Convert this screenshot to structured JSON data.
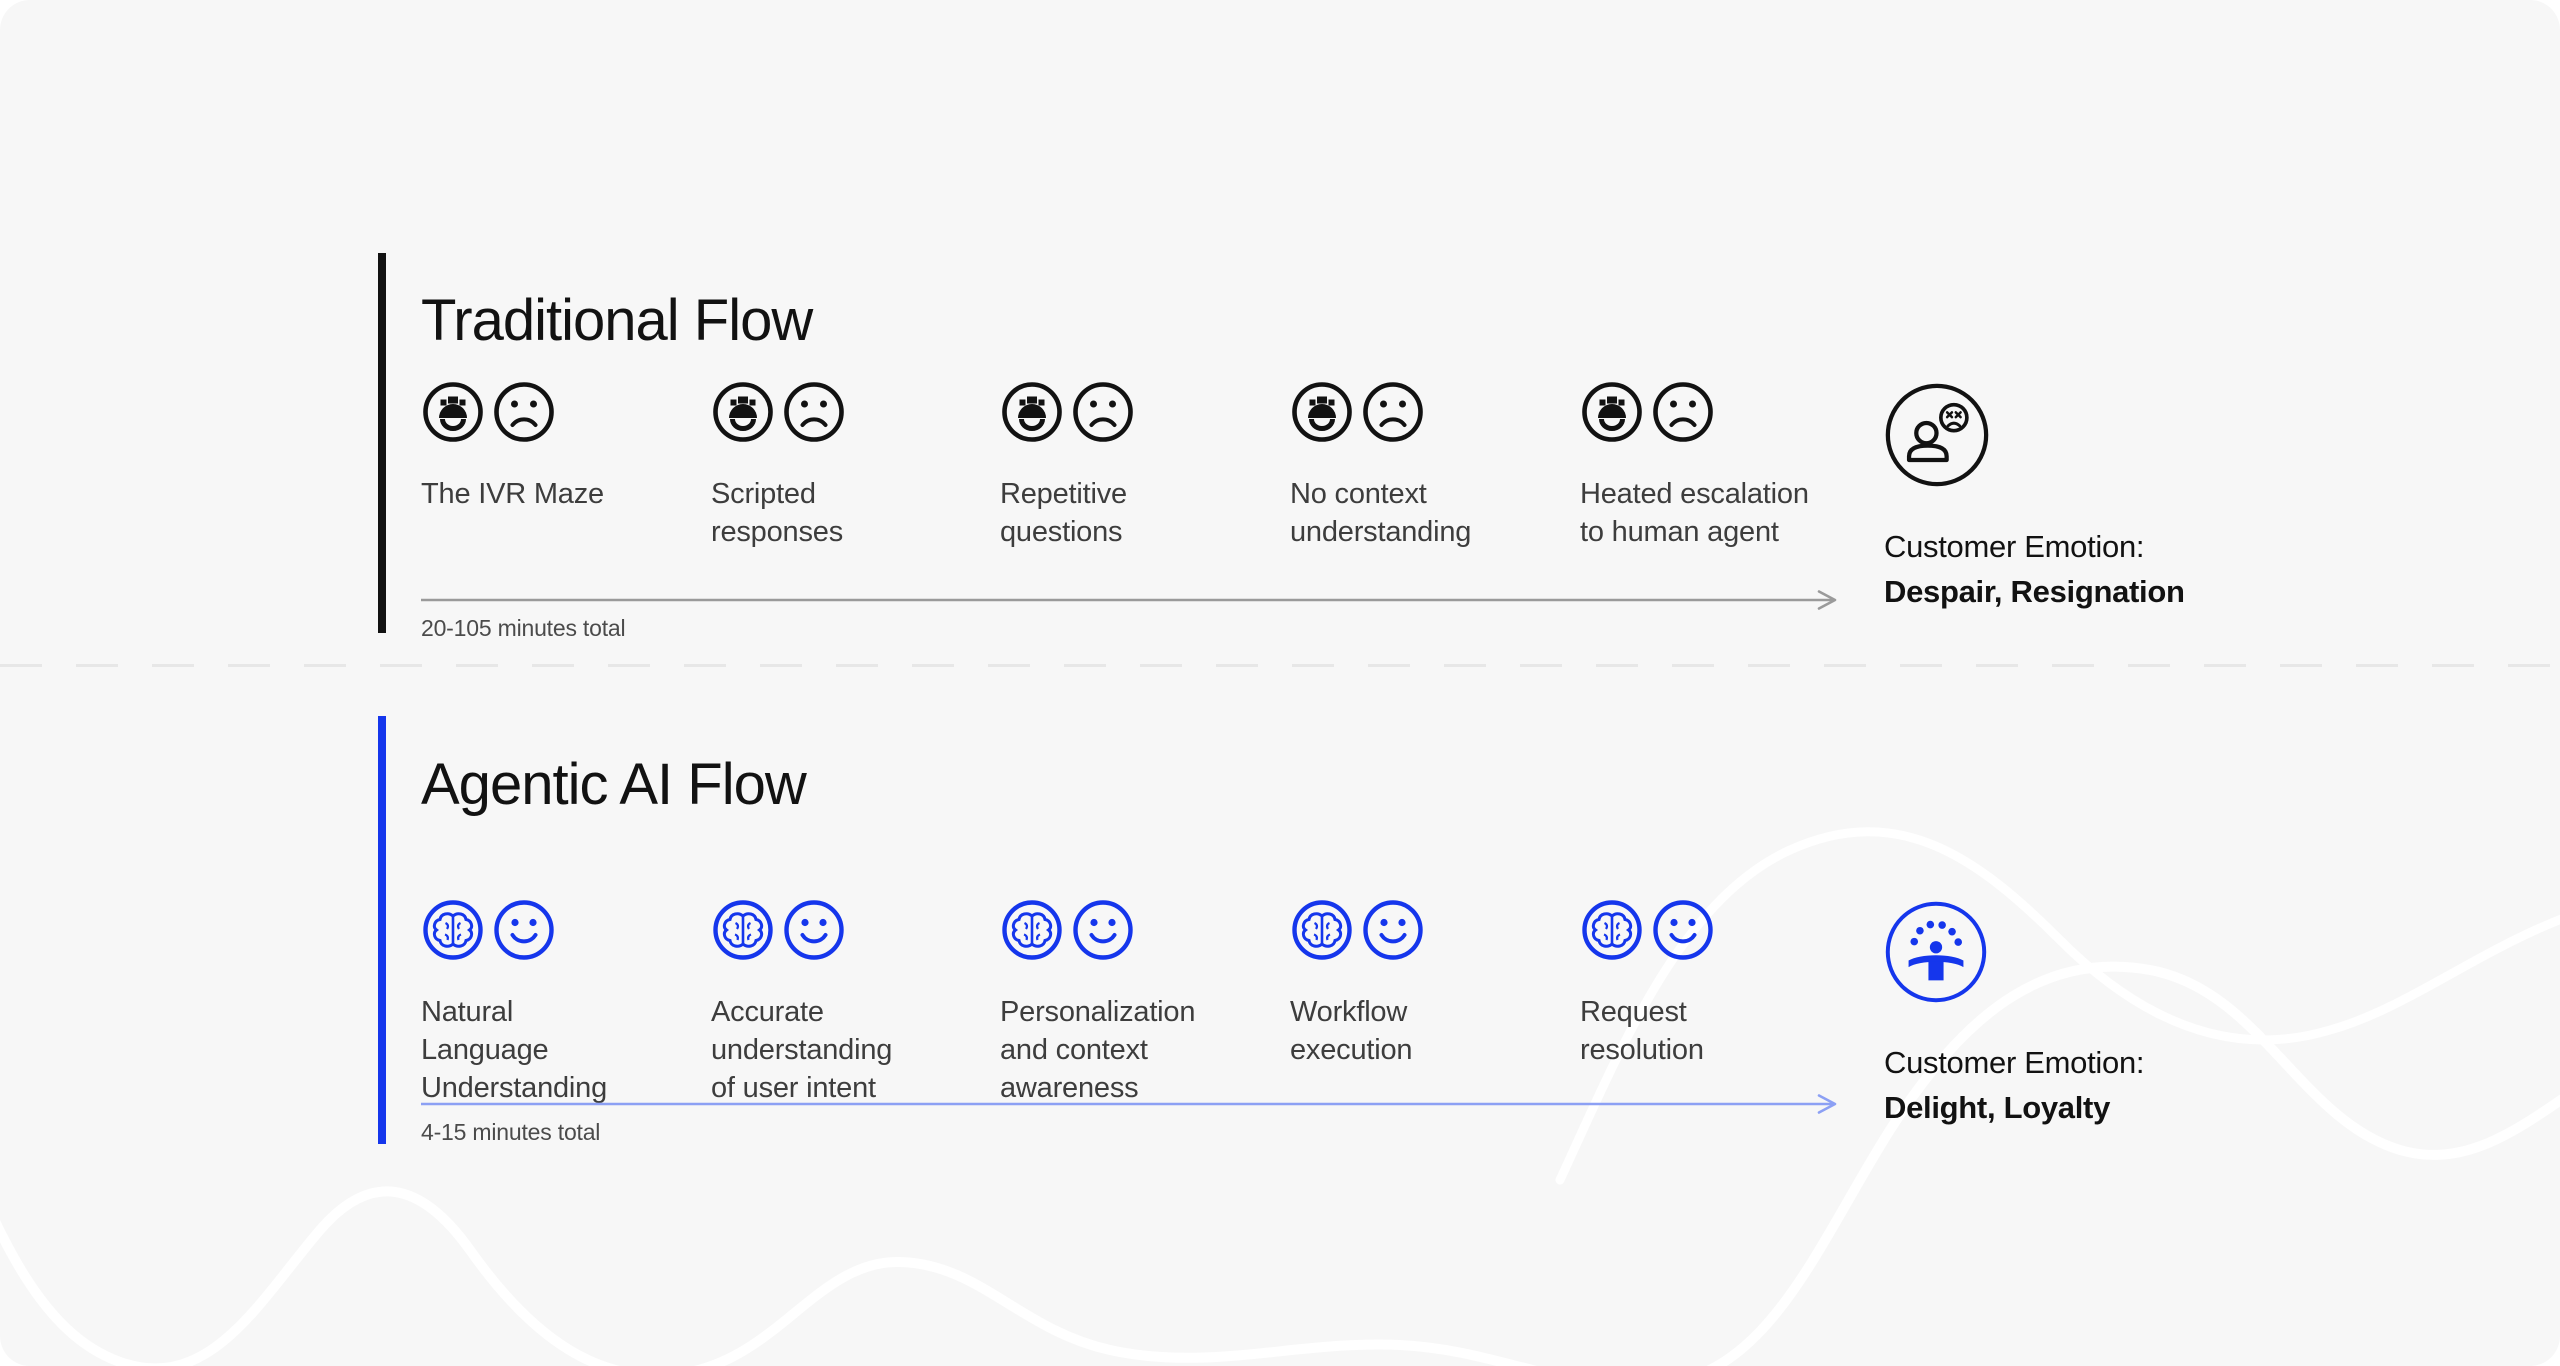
{
  "colors": {
    "background": "#f7f7f7",
    "ink": "#121212",
    "label_gray": "#3d3d3d",
    "muted_gray": "#4b4b4b",
    "arrow_gray": "#9a9a9a",
    "accent_blue": "#1536ec",
    "arrow_light_blue": "#8ca0f4",
    "divider": "#e7e7e7",
    "wave_white": "#ffffff"
  },
  "traditional": {
    "title": "Traditional Flow",
    "step_icons": [
      "support-agent-icon",
      "sad-face-icon"
    ],
    "steps": [
      "The IVR Maze",
      "Scripted responses",
      "Repetitive questions",
      "No context understanding",
      "Heated escalation to human agent"
    ],
    "duration": "20-105 minutes total",
    "emotion_icon": "despairing-customer-icon",
    "emotion_label": "Customer Emotion:",
    "emotion_value": "Despair, Resignation"
  },
  "agentic": {
    "title": "Agentic AI Flow",
    "step_icons": [
      "ai-brain-icon",
      "smiley-face-icon"
    ],
    "steps": [
      "Natural Language Understanding",
      "Accurate understanding of user intent",
      "Personalization and context awareness",
      "Workflow execution",
      "Request resolution"
    ],
    "duration": "4-15 minutes total",
    "emotion_icon": "delighted-customer-icon",
    "emotion_label": "Customer Emotion:",
    "emotion_value": "Delight, Loyalty"
  }
}
